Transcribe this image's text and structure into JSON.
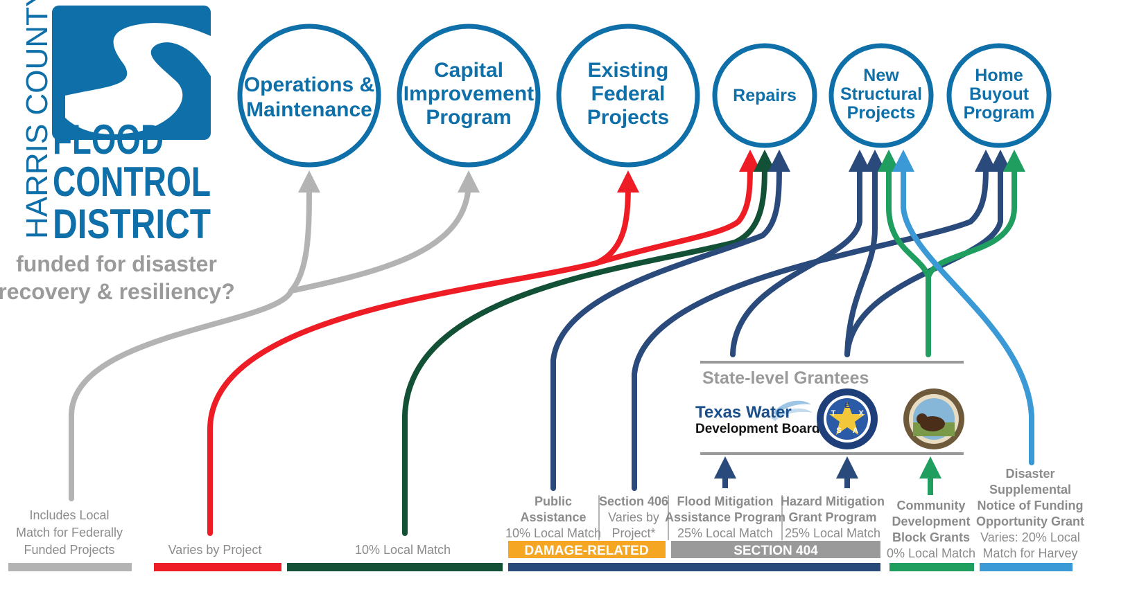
{
  "logo": {
    "org_vertical": "HARRIS COUNTY",
    "line1": "FLOOD",
    "line2": "CONTROL",
    "line3": "DISTRICT",
    "question_line1": "funded for disaster",
    "question_line2": "recovery & resiliency?"
  },
  "targets": [
    {
      "id": "om",
      "lines": [
        "Operations &",
        "Maintenance"
      ]
    },
    {
      "id": "cip",
      "lines": [
        "Capital",
        "Improvement",
        "Program"
      ]
    },
    {
      "id": "efp",
      "lines": [
        "Existing",
        "Federal",
        "Projects"
      ]
    },
    {
      "id": "repairs",
      "lines": [
        "Repairs"
      ]
    },
    {
      "id": "nsp",
      "lines": [
        "New",
        "Structural",
        "Projects"
      ]
    },
    {
      "id": "hbp",
      "lines": [
        "Home",
        "Buyout",
        "Program"
      ]
    }
  ],
  "state_level": {
    "title": "State-level Grantees",
    "twdb_line1": "Texas Water",
    "twdb_line2": "Development Board",
    "dps_seal_letters": [
      "T",
      "E",
      "X",
      "A",
      "S"
    ]
  },
  "sources": {
    "local": {
      "lines": [
        "Includes Local",
        "Match for Federally",
        "Funded Projects"
      ]
    },
    "red": {
      "lines": [
        "Varies by Project"
      ]
    },
    "green": {
      "lines": [
        "10% Local Match"
      ]
    },
    "public_assistance": {
      "bold": [
        "Public",
        "Assistance"
      ],
      "plain": [
        "10% Local Match"
      ]
    },
    "section406": {
      "bold": [
        "Section 406"
      ],
      "plain": [
        "Varies by",
        "Project*"
      ]
    },
    "fmap": {
      "bold": [
        "Flood Mitigation",
        "Assistance Program"
      ],
      "plain": [
        "25% Local Match"
      ]
    },
    "hmgp": {
      "bold": [
        "Hazard Mitigation",
        "Grant Program"
      ],
      "plain": [
        "25% Local Match"
      ]
    },
    "cdbg": {
      "bold": [
        "Community",
        "Development",
        "Block Grants"
      ],
      "plain": [
        "0% Local Match"
      ]
    },
    "dsnofo": {
      "bold": [
        "Disaster",
        "Supplemental",
        "Notice of Funding",
        "Opportunity Grant"
      ],
      "plain": [
        "Varies: 20% Local",
        "Match for Harvey"
      ]
    }
  },
  "labels": {
    "damage_related": "DAMAGE-RELATED",
    "section_404": "SECTION 404"
  },
  "colors": {
    "brand_blue": "#0f6fa8",
    "gray": "#b3b3b3",
    "red": "#ee1c25",
    "dark_green": "#135136",
    "navy": "#2a4a7c",
    "green": "#1f9e5f",
    "light_blue": "#3b9ad6",
    "orange": "#f5a623",
    "label_gray": "#8b8b8b"
  }
}
